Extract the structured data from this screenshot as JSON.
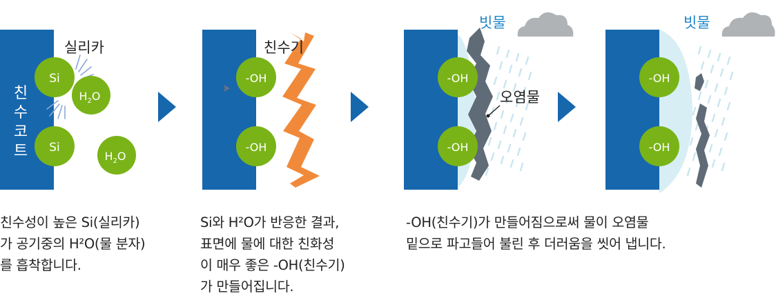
{
  "coating_label": "친수코트",
  "labels": {
    "silica": "실리카",
    "hydrophilic_group": "친수기",
    "contaminant": "오염물",
    "rain_1": "빗물",
    "rain_2": "빗물"
  },
  "molecules": {
    "si": "Si",
    "h2o_main": "H",
    "h2o_sub": "2",
    "h2o_tail": "O",
    "oh": "-OH"
  },
  "captions": {
    "step1": "친수성이 높은 Si(실리카)\n가 공기중의 H²O(물 분자)\n를 흡착합니다.",
    "step2": "Si와 H²O가 반응한 결과,\n표면에 물에 대한 친화성\n이 매우 좋은 -OH(친수기)\n가 만들어집니다.",
    "step3": "-OH(친수기)가 만들어짐으로써 물이 오염물\n밑으로 파고들어 불린 후 더러움을 씻어 냅니다."
  },
  "colors": {
    "coating_blue": "#1767ad",
    "molecule_green": "#7ab317",
    "arrow_blue": "#1767ad",
    "zigzag_orange": "#f08a3a",
    "dirt_gray": "#5f6b76",
    "rain_label_blue": "#1f86c8",
    "cloud_gray": "#b0b3b6",
    "water_film": "#d7eef4"
  }
}
